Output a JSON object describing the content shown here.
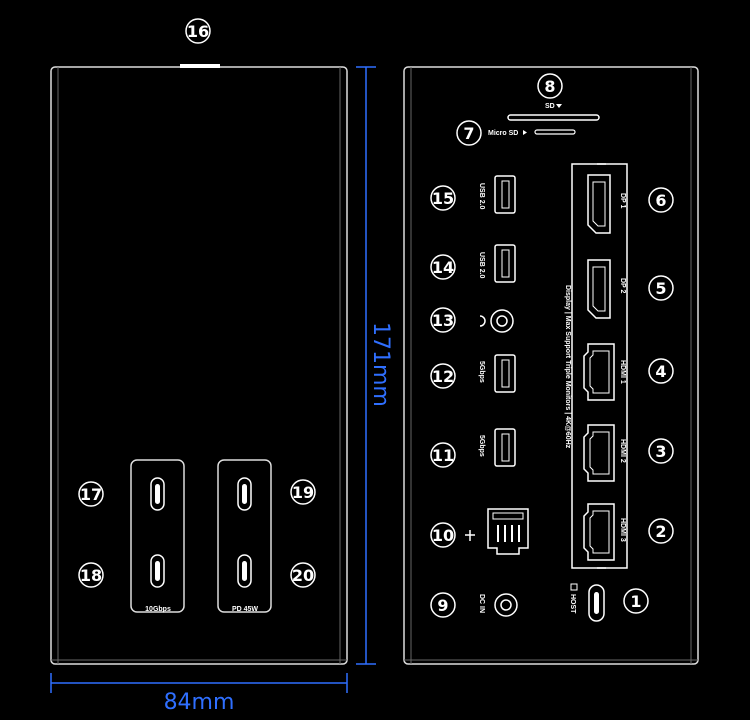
{
  "dimensions": {
    "height": "171mm",
    "width": "84mm"
  },
  "callouts": [
    "1",
    "2",
    "3",
    "4",
    "5",
    "6",
    "7",
    "8",
    "9",
    "10",
    "11",
    "12",
    "13",
    "14",
    "15",
    "16",
    "17",
    "18",
    "19",
    "20"
  ],
  "labels": {
    "sd": "SD",
    "micro_sd": "Micro SD",
    "usb_a_top": "USB 2.0",
    "usb_a_second": "USB 2.0",
    "usb_a_5g_1": "5Gbps",
    "usb_a_5g_2": "5Gbps",
    "dp1": "DP 1",
    "dp2": "DP 2",
    "hdmi1": "HDMI 1",
    "hdmi2": "HDMI 2",
    "hdmi3": "HDMI 3",
    "display_group": "Display | Max Support Triple Monitors | 4K@60Hz",
    "host": "HOST",
    "dc_in": "DC IN",
    "usbc_group_left": "10Gbps",
    "usbc_group_right": "PD 45W"
  },
  "colors": {
    "background": "#000000",
    "outline": "#ffffff",
    "dimension": "#2f6fff"
  }
}
